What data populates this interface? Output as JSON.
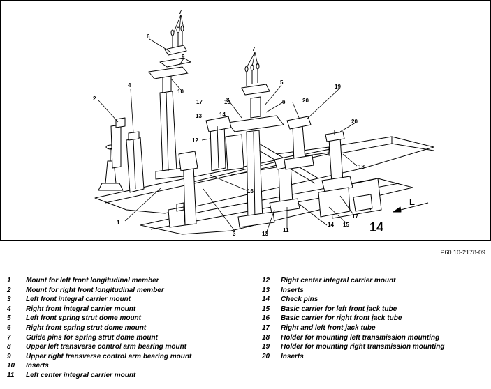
{
  "figure": {
    "reference": "P60.10-2178-09",
    "direction_label": "L",
    "view_number": "14",
    "callouts": [
      "1",
      "2",
      "3",
      "4",
      "5",
      "6",
      "7",
      "8",
      "9",
      "10",
      "11",
      "12",
      "13",
      "14",
      "15",
      "16",
      "17",
      "18",
      "19",
      "20"
    ]
  },
  "legend_left": [
    {
      "num": "1",
      "text": "Mount for left front longitudinal member"
    },
    {
      "num": "2",
      "text": "Mount for right front longitudinal member"
    },
    {
      "num": "3",
      "text": "Left front integral carrier mount"
    },
    {
      "num": "4",
      "text": "Right front integral carrier mount"
    },
    {
      "num": "5",
      "text": "Left front spring strut dome mount"
    },
    {
      "num": "6",
      "text": "Right front spring strut dome mount"
    },
    {
      "num": "7",
      "text": "Guide pins for spring strut dome mount"
    },
    {
      "num": "8",
      "text": "Upper left transverse control arm bearing mount"
    },
    {
      "num": "9",
      "text": "Upper right transverse control arm bearing mount"
    },
    {
      "num": "10",
      "text": "Inserts"
    },
    {
      "num": "11",
      "text": "Left center integral carrier mount"
    }
  ],
  "legend_right": [
    {
      "num": "12",
      "text": "Right center integral carrier mount"
    },
    {
      "num": "13",
      "text": "Inserts"
    },
    {
      "num": "14",
      "text": "Check pins"
    },
    {
      "num": "15",
      "text": "Basic carrier for left front jack tube"
    },
    {
      "num": "16",
      "text": "Basic carrier for right front jack tube"
    },
    {
      "num": "17",
      "text": "Right and left front jack tube"
    },
    {
      "num": "18",
      "text": "Holder for mounting left transmission mounting"
    },
    {
      "num": "19",
      "text": "Holder for mounting right transmission mounting"
    },
    {
      "num": "20",
      "text": "Inserts"
    }
  ]
}
